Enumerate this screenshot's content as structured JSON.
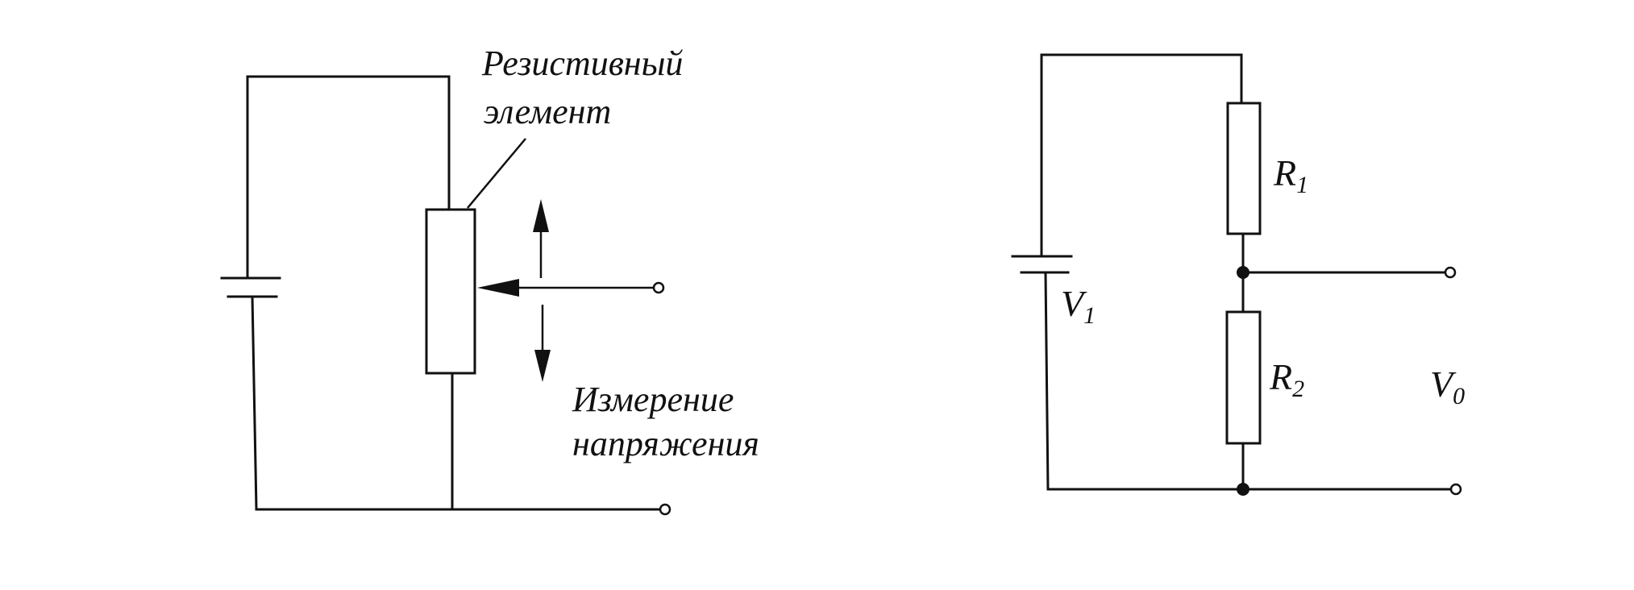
{
  "left_circuit": {
    "label_resistive_line1": "Резистивный",
    "label_resistive_line2": "элемент",
    "label_measure_line1": "Измерение",
    "label_measure_line2": "напряжения"
  },
  "right_circuit": {
    "r1_symbol": "R",
    "r1_index": "1",
    "r2_symbol": "R",
    "r2_index": "2",
    "v1_symbol": "V",
    "v1_index": "1",
    "v0_symbol": "V",
    "v0_index": "0"
  }
}
